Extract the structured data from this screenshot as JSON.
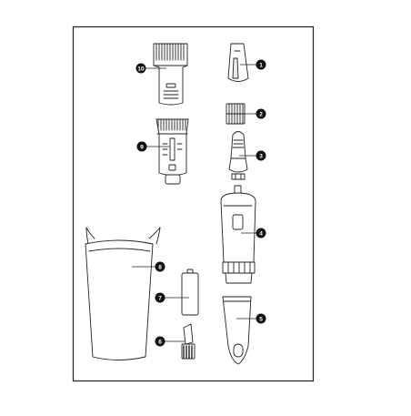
{
  "diagram": {
    "callouts": [
      {
        "id": "part-1-trimmer-cap",
        "number": "1"
      },
      {
        "id": "part-2-cutter-cartridge",
        "number": "2"
      },
      {
        "id": "part-3-nose-trimmer-head",
        "number": "3"
      },
      {
        "id": "part-4-handle-body",
        "number": "4"
      },
      {
        "id": "part-5-bottom-cap",
        "number": "5"
      },
      {
        "id": "part-6-cleaning-brush",
        "number": "6"
      },
      {
        "id": "part-7-battery",
        "number": "7"
      },
      {
        "id": "part-8-storage-pouch",
        "number": "8"
      },
      {
        "id": "part-9-adjustable-comb-base",
        "number": "9"
      },
      {
        "id": "part-10-comb-attachment",
        "number": "10"
      }
    ]
  }
}
